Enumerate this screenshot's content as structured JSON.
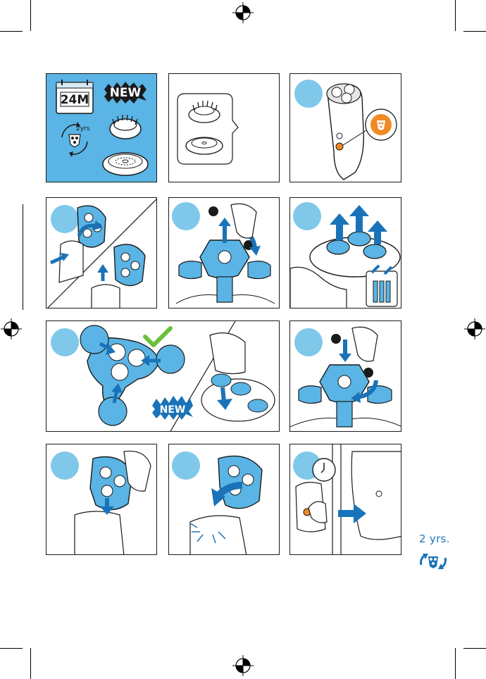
{
  "page": {
    "intro": {
      "calendar_label": "24M",
      "new_badge": "NEW",
      "years_badge": "2yrs"
    },
    "step7": {
      "new_badge": "NEW"
    },
    "side_note": {
      "text": "2 yrs.",
      "icon": "shaving-head-replace-icon"
    },
    "colors": {
      "accent_blue": "#1a73b8",
      "light_blue": "#5ab4e5",
      "step_circle": "#7fc8ea",
      "orange": "#f08a24",
      "check_green": "#6bbf3a"
    }
  }
}
